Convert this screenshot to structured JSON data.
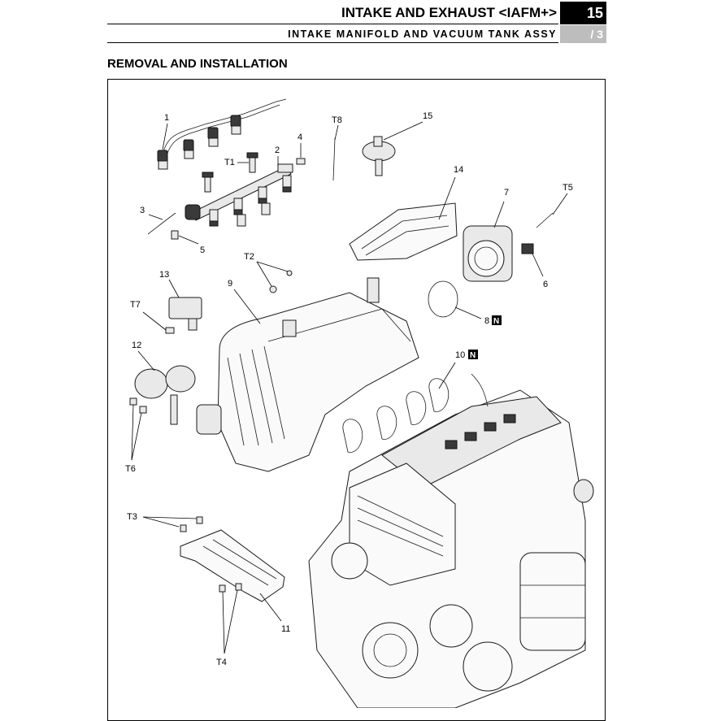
{
  "header": {
    "title": "INTAKE AND EXHAUST <IAFM+>",
    "subtitle": "INTAKE MANIFOLD AND VACUUM TANK ASSY",
    "chapter": "15",
    "page": "/ 3"
  },
  "section_title": "REMOVAL AND INSTALLATION",
  "callouts": {
    "c1": "1",
    "c2": "2",
    "c3": "3",
    "c4": "4",
    "c5": "5",
    "c6": "6",
    "c7": "7",
    "c8": "8",
    "c9": "9",
    "c10": "10",
    "c11": "11",
    "c12": "12",
    "c13": "13",
    "c14": "14",
    "c15": "15",
    "t1": "T1",
    "t2": "T2",
    "t3": "T3",
    "t4": "T4",
    "t5": "T5",
    "t6": "T6",
    "t7": "T7",
    "t8": "T8",
    "n_badge": "N"
  }
}
